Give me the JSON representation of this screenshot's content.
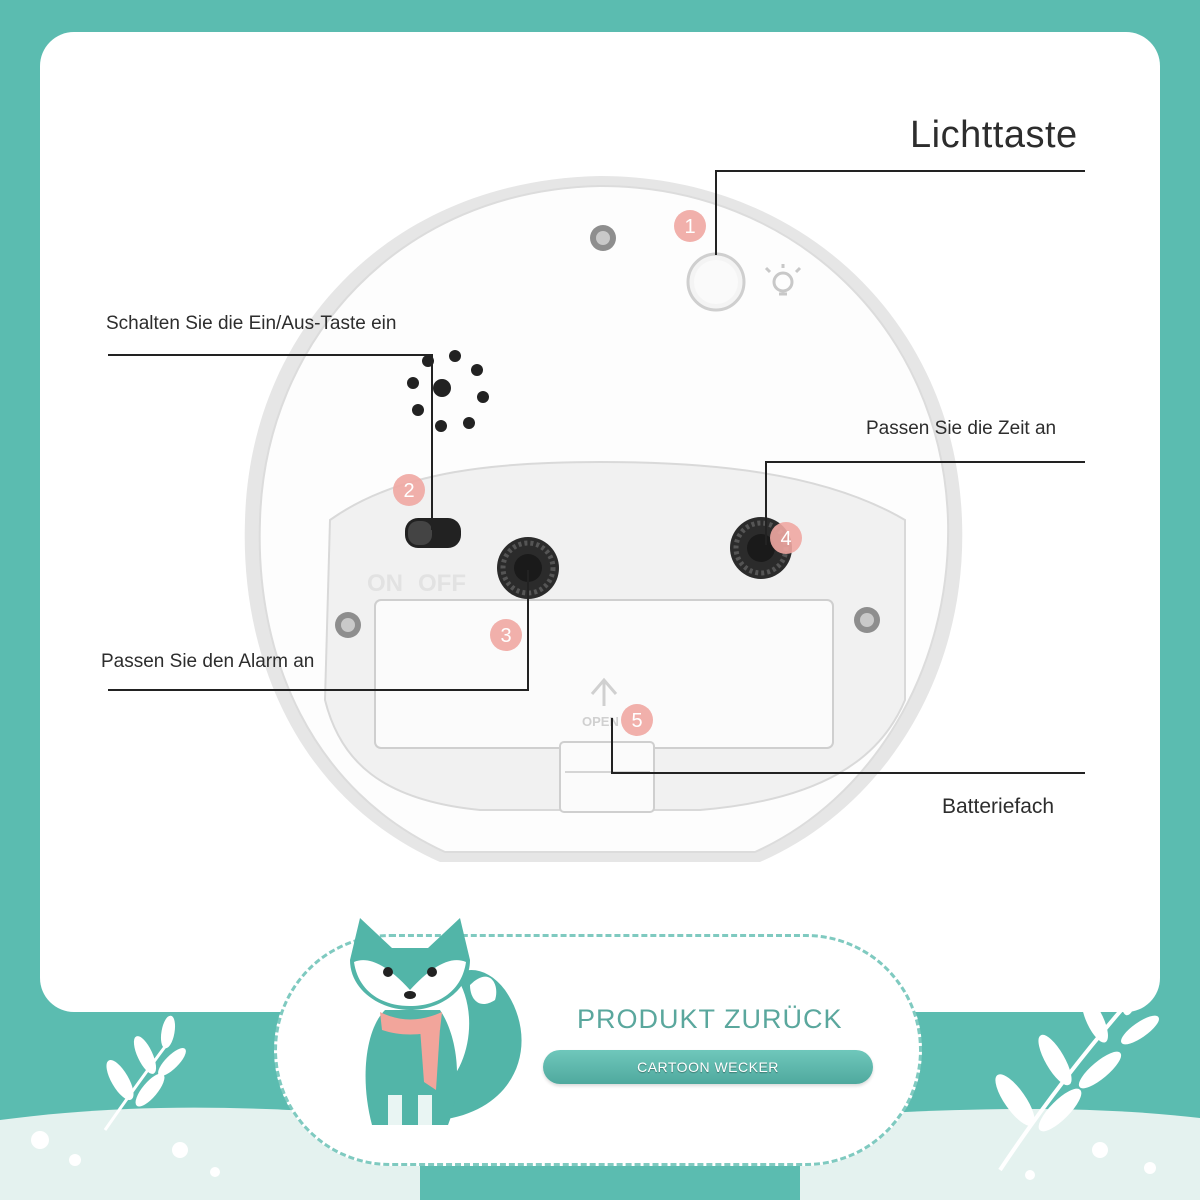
{
  "callouts": {
    "light": "Lichttaste",
    "onoff": "Schalten Sie die Ein/Aus-Taste ein",
    "time": "Passen Sie die Zeit an",
    "alarm": "Passen Sie den Alarm an",
    "battery": "Batteriefach"
  },
  "markers": [
    "1",
    "2",
    "3",
    "4",
    "5"
  ],
  "clock": {
    "switch_on": "ON",
    "switch_off": "OFF",
    "battery_open": "OPEN"
  },
  "banner": {
    "title": "PRODUKT ZURÜCK",
    "subtitle": "CARTOON WECKER"
  },
  "colors": {
    "background": "#5bbcb0",
    "marker": "#f0a7a2",
    "banner_text": "#5aa79d",
    "scarf": "#f2a59b"
  },
  "icons": [
    "screw-icon",
    "bulb-icon",
    "speaker-grille-icon",
    "fox-illustration",
    "leaf-branch-icon"
  ]
}
